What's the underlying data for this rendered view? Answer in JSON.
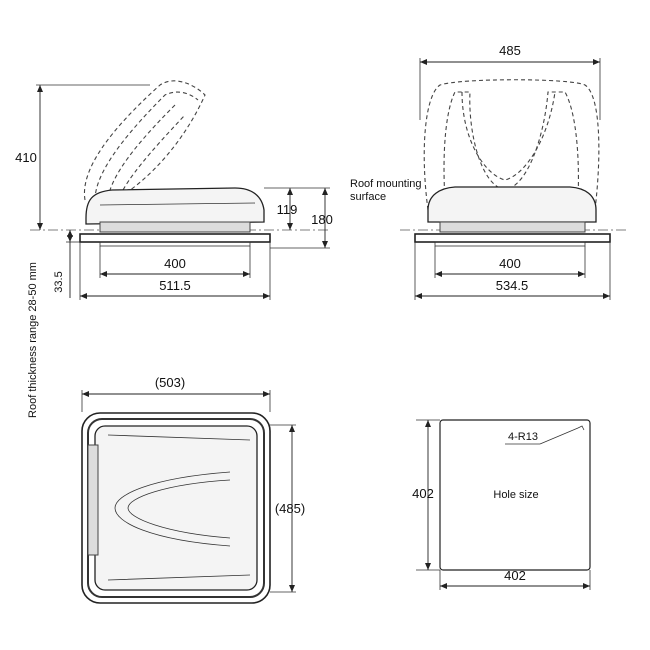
{
  "side_view": {
    "height_open": "410",
    "height_body": "119",
    "height_total": "180",
    "roof_surface_label_line1": "Roof mounting",
    "roof_surface_label_line2": "surface",
    "roof_thickness_label": "Roof thickness range  28-50 mm",
    "flange_height": "33.5",
    "inner_width": "400",
    "outer_width": "511.5"
  },
  "front_view": {
    "top_width": "485",
    "inner_width": "400",
    "outer_width": "534.5"
  },
  "top_view": {
    "width": "(503)",
    "depth": "(485)"
  },
  "hole_view": {
    "corner_radius": "4-R13",
    "height": "402",
    "width": "402",
    "caption": "Hole size"
  }
}
